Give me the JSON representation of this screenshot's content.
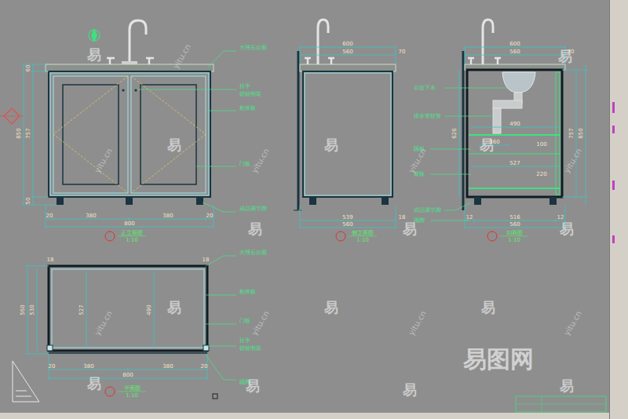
{
  "diagram": {
    "labels": [
      "大理石台面",
      "拉手",
      "铰链明装",
      "柜体板",
      "门板",
      "成品调节脚",
      "60",
      "757",
      "50",
      "850",
      "20",
      "380",
      "380",
      "20",
      "800",
      "正立面图",
      "1:10",
      "600",
      "560",
      "70",
      "539",
      "560",
      "18",
      "侧立面图",
      "1:10",
      "台盆下水",
      "排水管软管",
      "隔板",
      "背板",
      "踢脚",
      "成品调节脚",
      "600",
      "560",
      "70",
      "490",
      "360",
      "527",
      "100",
      "220",
      "626",
      "757",
      "850",
      "12",
      "516",
      "12",
      "560",
      "剖面图",
      "1:10",
      "18",
      "18",
      "560",
      "530",
      "527",
      "490",
      "大理石台面",
      "柜体板",
      "门板",
      "拉手",
      "铰链明装",
      "踢脚",
      "20",
      "380",
      "380",
      "20",
      "800",
      "平面图",
      "1:10",
      "易",
      "易",
      "易",
      "易",
      "易",
      "易",
      "易",
      "易",
      "易",
      "易",
      "易",
      "易",
      "易",
      "易",
      "易",
      "yitu.cn",
      "yitu.cn",
      "yitu.cn",
      "yitu.cn",
      "yitu.cn",
      "yitu.cn",
      "yitu.cn",
      "yitu.cn",
      "yitu.cn",
      "易图网"
    ]
  }
}
